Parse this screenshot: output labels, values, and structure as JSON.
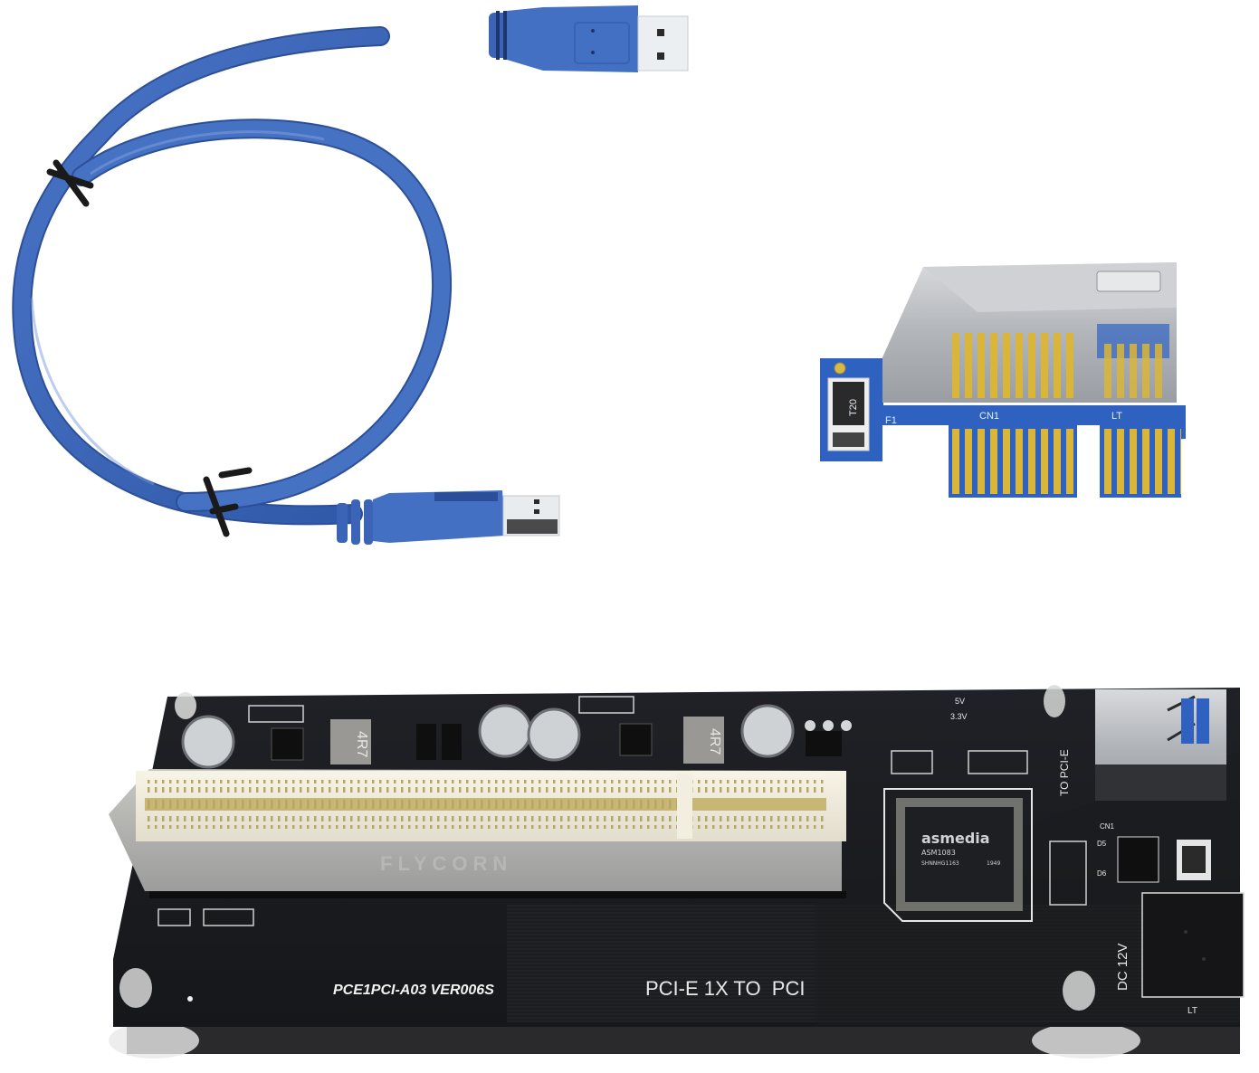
{
  "scene": {
    "description": "Product photo: PCI-E 1X to PCI adapter kit",
    "background": "#ffffff"
  },
  "colors": {
    "cable_blue": "#3f67b8",
    "cable_blue_dark": "#2c4f98",
    "pcb_black": "#1c1d20",
    "pcb_blue": "#2f62c0",
    "gold_fingers": "#d7b53b",
    "pci_slot_ivory": "#f3efe0",
    "metal_shield": "#b9bcc0"
  },
  "usb_cable": {
    "type": "USB 3.0 A-to-A cable",
    "ties": 2
  },
  "riser_card": {
    "labels": {
      "fuse": "F1",
      "connector": "CN1",
      "lt": "LT",
      "fuse_marking": "T20"
    }
  },
  "adapter_board": {
    "model_label": "PCE1PCI-A03 VER006S",
    "title_label": "PCI-E 1X TO  PCI",
    "watermark": "FLYCORN",
    "to_pcie_label": "TO PCI-E",
    "power_label": "DC 12V",
    "lt_label": "LT",
    "cn1_label": "CN1",
    "d5_label": "D5",
    "d6_label": "D6",
    "inductor_marking": "4R7",
    "v5_label": "5V",
    "v33_label": "3.3V",
    "chip": {
      "brand": "asmedia",
      "part": "ASM1083",
      "lot": "SHNNHG1163",
      "date": "1949"
    }
  }
}
